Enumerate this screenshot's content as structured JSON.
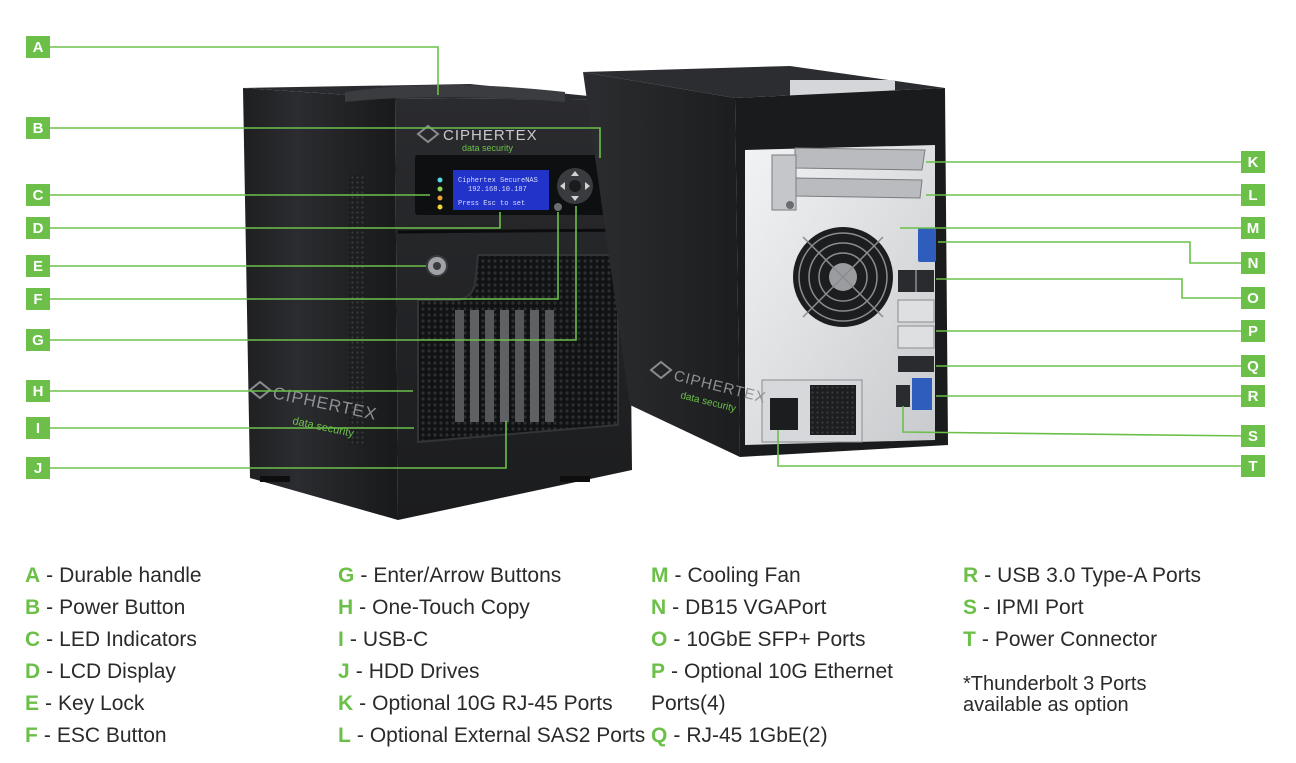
{
  "accent_color": "#6cc04a",
  "front_unit": {
    "brand": "CIPHERTEX",
    "tagline": "data security",
    "lcd_line1": "Ciphertex SecureNAS",
    "lcd_line2": "192.168.10.187",
    "lcd_line3": "Press Esc to set"
  },
  "rear_unit": {
    "brand": "CIPHERTEX",
    "tagline": "data security"
  },
  "callouts": [
    {
      "letter": "A",
      "desc": "Durable handle"
    },
    {
      "letter": "B",
      "desc": "Power Button"
    },
    {
      "letter": "C",
      "desc": "LED Indicators"
    },
    {
      "letter": "D",
      "desc": "LCD Display"
    },
    {
      "letter": "E",
      "desc": "Key Lock"
    },
    {
      "letter": "F",
      "desc": "ESC Button"
    },
    {
      "letter": "G",
      "desc": "Enter/Arrow Buttons"
    },
    {
      "letter": "H",
      "desc": "One-Touch Copy"
    },
    {
      "letter": "I",
      "desc": "USB-C"
    },
    {
      "letter": "J",
      "desc": "HDD Drives"
    },
    {
      "letter": "K",
      "desc": "Optional 10G RJ-45 Ports"
    },
    {
      "letter": "L",
      "desc": "Optional External SAS2 Ports"
    },
    {
      "letter": "M",
      "desc": "Cooling Fan"
    },
    {
      "letter": "N",
      "desc": "DB15 VGAPort"
    },
    {
      "letter": "O",
      "desc": "10GbE SFP+ Ports"
    },
    {
      "letter": "P",
      "desc": "Optional 10G Ethernet Ports(4)"
    },
    {
      "letter": "Q",
      "desc": "RJ-45 1GbE(2)"
    },
    {
      "letter": "R",
      "desc": "USB 3.0 Type-A Ports"
    },
    {
      "letter": "S",
      "desc": "IPMI Port"
    },
    {
      "letter": "T",
      "desc": "Power Connector"
    }
  ],
  "legend_columns": [
    [
      0,
      1,
      2,
      3,
      4,
      5
    ],
    [
      6,
      7,
      8,
      9,
      10,
      11
    ],
    [
      12,
      13,
      14,
      15,
      16
    ],
    [
      17,
      18,
      19
    ]
  ],
  "footnote_line1": "*Thunderbolt 3 Ports",
  "footnote_line2": "available as option"
}
